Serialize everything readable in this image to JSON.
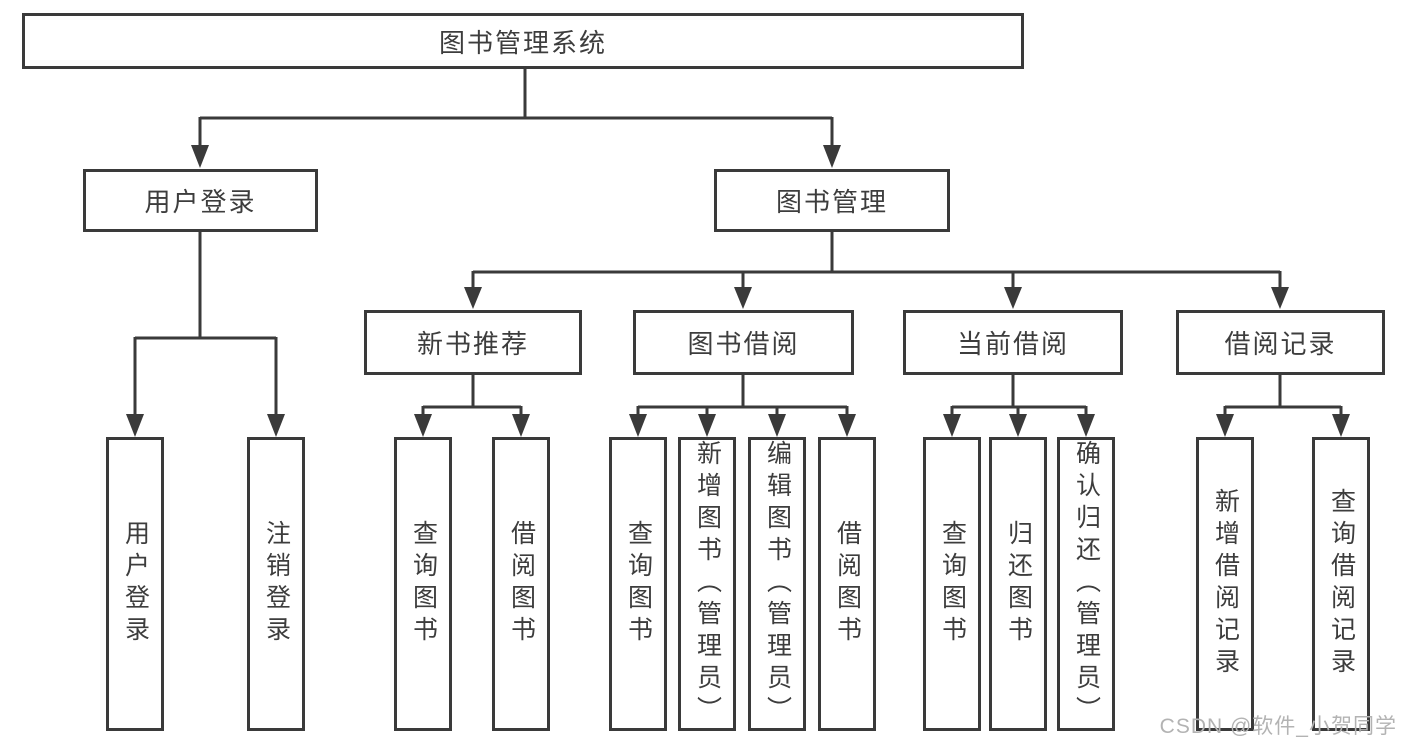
{
  "diagram": {
    "type": "hierarchy-tree",
    "colors": {
      "line": "#3a3a3a",
      "box_border": "#3a3a3a",
      "text": "#3d3d3d",
      "background": "#ffffff",
      "watermark": "#b3b3b3"
    }
  },
  "nodes": {
    "root": "图书管理系统",
    "user_login": "用户登录",
    "book_mgmt": "图书管理",
    "new_book_recommend": "新书推荐",
    "book_borrow": "图书借阅",
    "current_borrow": "当前借阅",
    "borrow_records": "借阅记录",
    "leaves": [
      "用户登录",
      "注销登录",
      "查询图书",
      "借阅图书",
      "查询图书",
      "新增图书（管理员）",
      "编辑图书（管理员）",
      "借阅图书",
      "查询图书",
      "归还图书",
      "确认归还（管理员）",
      "新增借阅记录",
      "查询借阅记录"
    ]
  },
  "watermark": {
    "text": "CSDN @软件_小贺同学"
  }
}
